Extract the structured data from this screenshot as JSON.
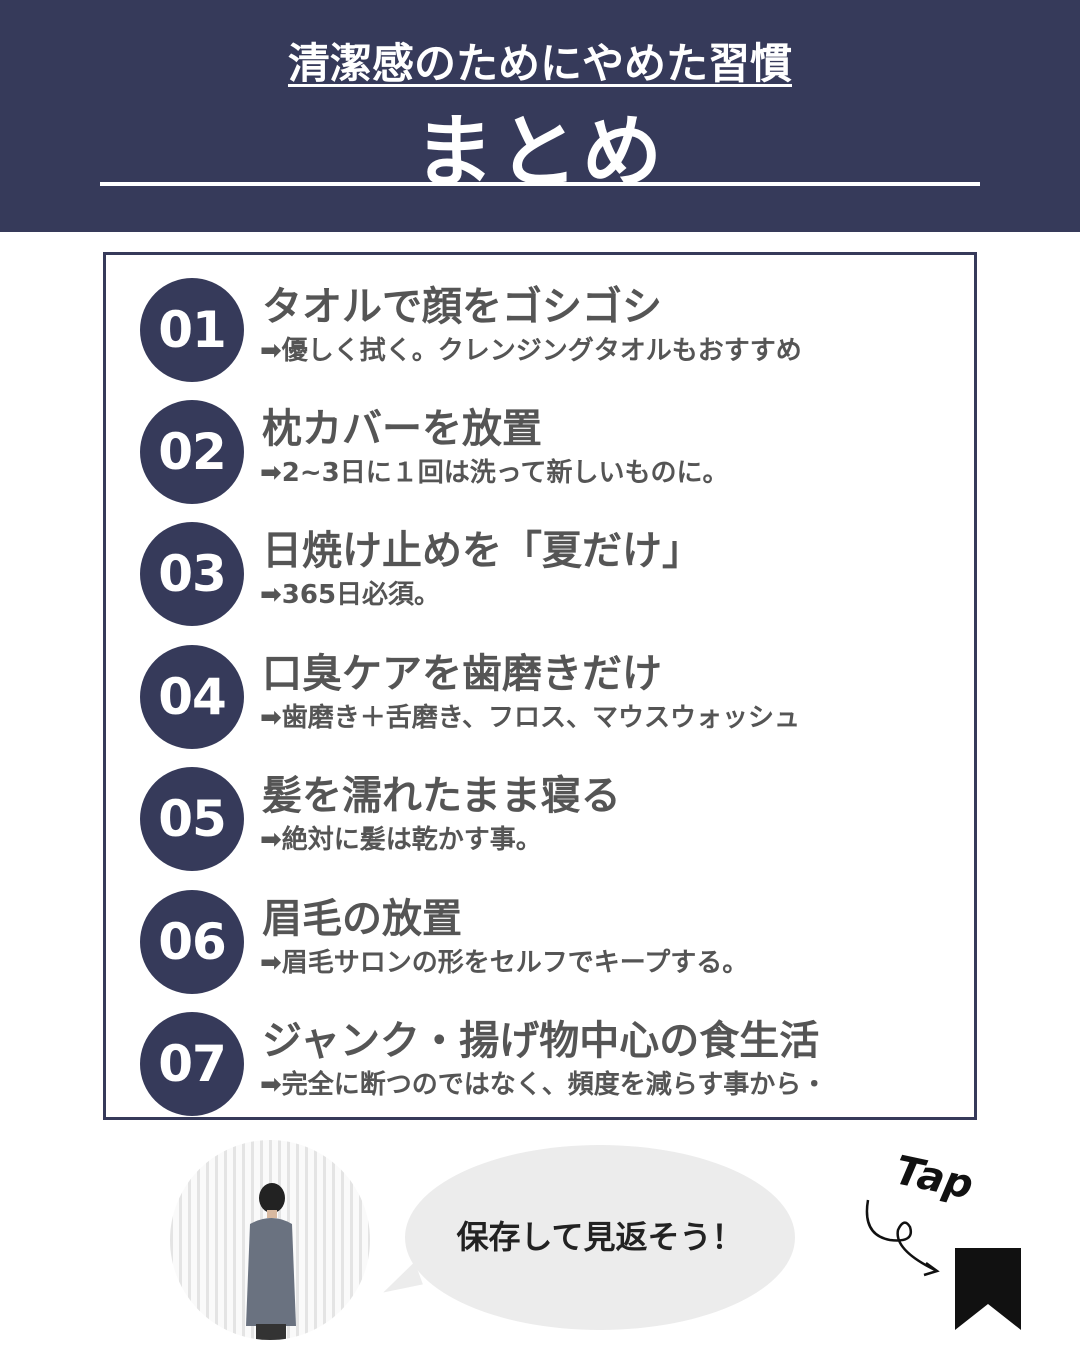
{
  "header": {
    "subtitle": "清潔感のためにやめた習慣",
    "title": "まとめ"
  },
  "colors": {
    "navy": "#363a5a",
    "text": "#555555",
    "bubble": "#ececec"
  },
  "items": [
    {
      "num": "01",
      "title": "タオルで顔をゴシゴシ",
      "desc": "➡優しく拭く。クレンジングタオルもおすすめ"
    },
    {
      "num": "02",
      "title": "枕カバーを放置",
      "desc": "➡2~3日に１回は洗って新しいものに。"
    },
    {
      "num": "03",
      "title": "日焼け止めを「夏だけ」",
      "desc": "➡365日必須。"
    },
    {
      "num": "04",
      "title": "口臭ケアを歯磨きだけ",
      "desc": "➡歯磨き＋舌磨き、フロス、マウスウォッシュ"
    },
    {
      "num": "05",
      "title": "髪を濡れたまま寝る",
      "desc": "➡絶対に髪は乾かす事。"
    },
    {
      "num": "06",
      "title": "眉毛の放置",
      "desc": "➡眉毛サロンの形をセルフでキープする。"
    },
    {
      "num": "07",
      "title": "ジャンク・揚げ物中心の食生活",
      "desc": "➡完全に断つのではなく、頻度を減らす事から・"
    }
  ],
  "footer": {
    "bubble_text": "保存して見返そう！",
    "tap_label": "Tap",
    "icons": [
      "bookmark-icon",
      "curved-arrow-icon"
    ]
  }
}
